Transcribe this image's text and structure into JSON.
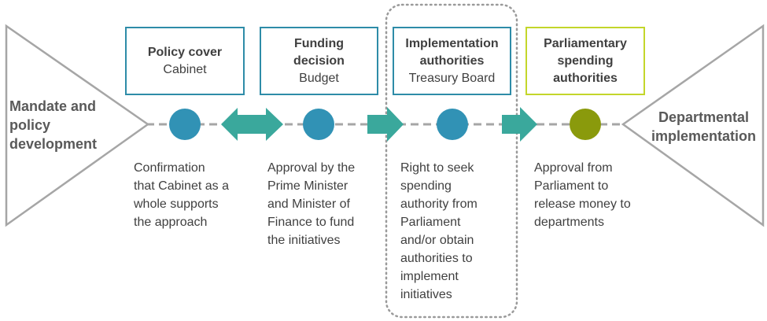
{
  "left_endpoint": {
    "label_lines": [
      "Mandate and",
      "policy",
      "development"
    ]
  },
  "right_endpoint": {
    "label_lines": [
      "Departmental",
      "implementation"
    ]
  },
  "stages": [
    {
      "title_lines": [
        "Policy cover"
      ],
      "subtitle": "Cabinet",
      "description_lines": [
        "Confirmation",
        "that Cabinet as a",
        "whole supports",
        "the approach"
      ],
      "box_color": "#2e8ca8",
      "node_color": "#3192b5"
    },
    {
      "title_lines": [
        "Funding",
        "decision"
      ],
      "subtitle": "Budget",
      "description_lines": [
        "Approval by the",
        "Prime Minister",
        "and Minister of",
        "Finance to fund",
        "the initiatives"
      ],
      "box_color": "#2e8ca8",
      "node_color": "#3192b5"
    },
    {
      "title_lines": [
        "Implementation",
        "authorities"
      ],
      "subtitle": "Treasury Board",
      "description_lines": [
        "Right to seek",
        "spending",
        "authority from",
        "Parliament",
        "and/or obtain",
        "authorities to",
        "implement",
        "initiatives"
      ],
      "box_color": "#2e8ca8",
      "node_color": "#3192b5",
      "highlighted": true
    },
    {
      "title_lines": [
        "Parliamentary",
        "spending",
        "authorities"
      ],
      "subtitle": "",
      "description_lines": [
        "Approval from",
        "Parliament to",
        "release money to",
        "departments"
      ],
      "box_color": "#c3d62a",
      "node_color": "#8a9a0c"
    }
  ],
  "connectors": [
    {
      "kind": "double-arrow",
      "color": "#3aa89c"
    },
    {
      "kind": "arrow",
      "color": "#3aa89c"
    },
    {
      "kind": "arrow",
      "color": "#3aa89c"
    }
  ],
  "colors": {
    "triangle_stroke": "#a6a6a6",
    "dashed_line": "#a6a6a6",
    "highlight_border": "#9a9a9a"
  }
}
